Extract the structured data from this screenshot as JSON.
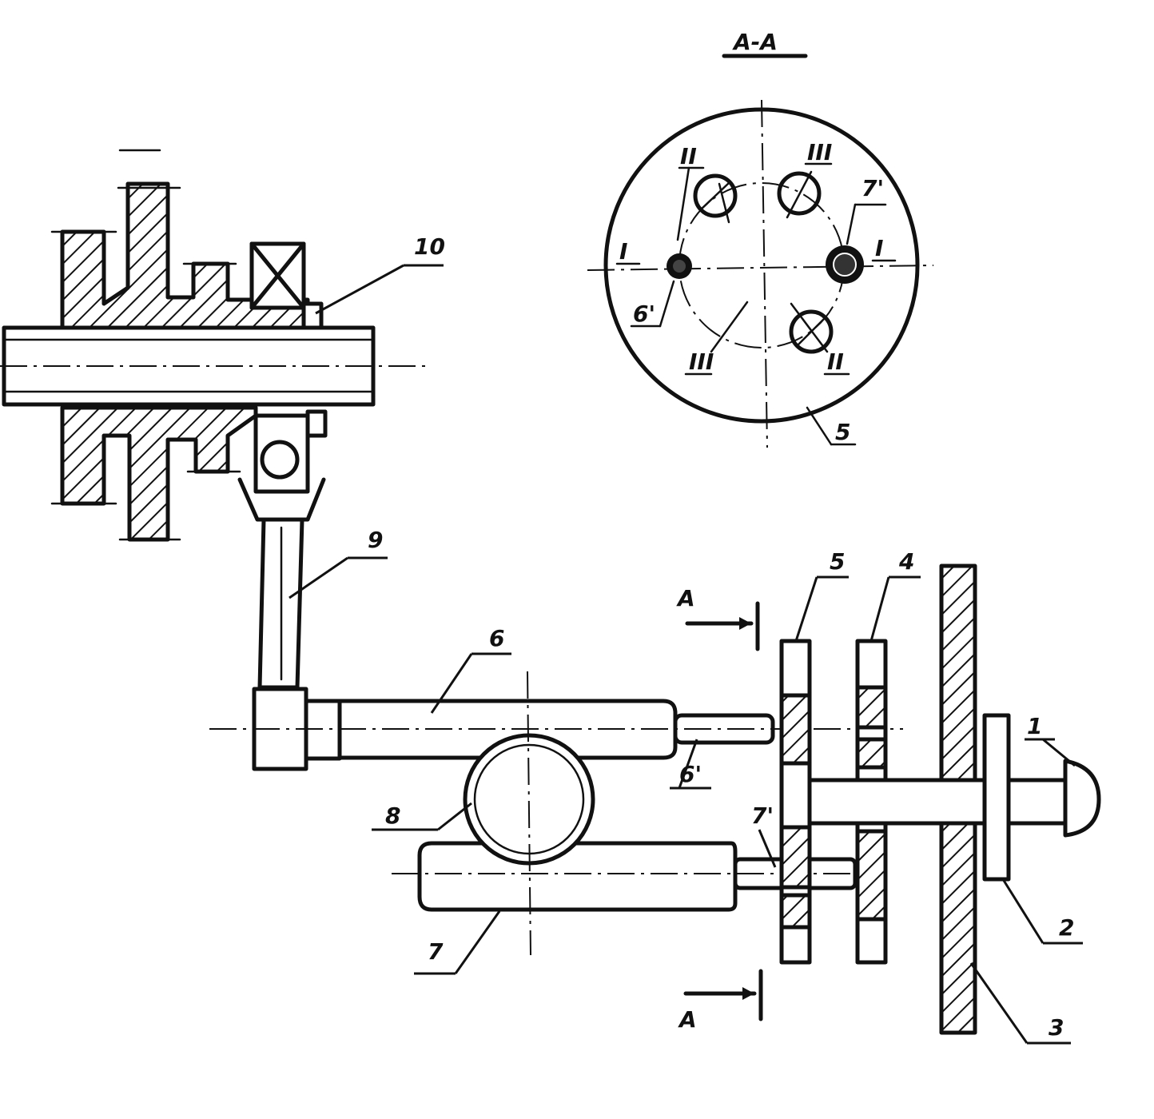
{
  "section_title": "A-A",
  "section_marks": {
    "top": "A",
    "bottom": "A"
  },
  "part_labels": {
    "p1": "1",
    "p2": "2",
    "p3": "3",
    "p4": "4",
    "p5": "5",
    "p6": "6",
    "p6prime": "6'",
    "p7": "7",
    "p7prime": "7'",
    "p8": "8",
    "p9": "9",
    "p10": "10"
  },
  "section_labels": {
    "disk": "5",
    "roman_I_left": "I",
    "roman_I_right": "I",
    "roman_II_top": "II",
    "roman_II_bottom": "II",
    "roman_III_top": "III",
    "roman_III_bottom": "III",
    "p6prime": "6'",
    "p7prime": "7'"
  }
}
